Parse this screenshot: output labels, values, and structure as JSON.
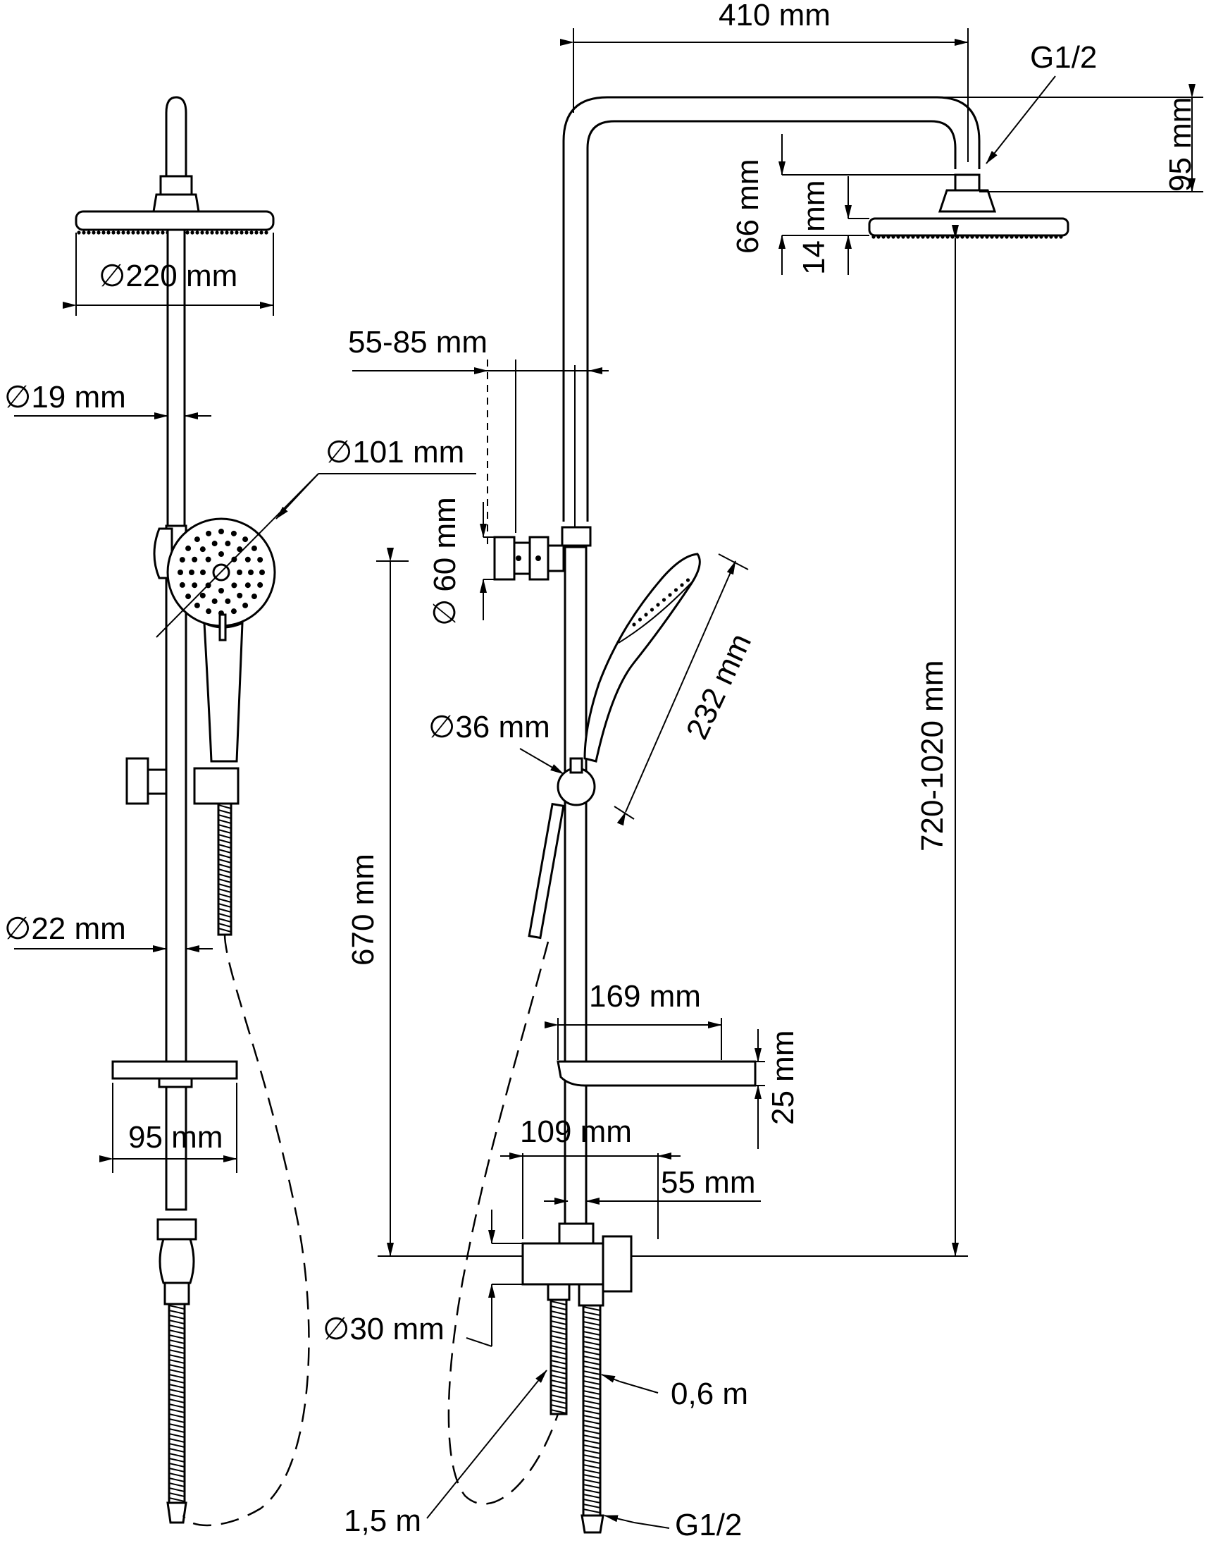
{
  "diameter_symbol": "∅",
  "labels": {
    "head_diameter": "220 mm",
    "upper_rod_diameter": "19 mm",
    "hand_shower_diameter": "101 mm",
    "lower_rod_diameter": "22 mm",
    "shelf_width": "95 mm",
    "arm_length": "410 mm",
    "thread_top": "G1/2",
    "arm_height": "95 mm",
    "head_drop": "66 mm",
    "head_thickness": "14 mm",
    "wall_offset": "55-85 mm",
    "bracket_diameter": "60 mm",
    "slider_diameter": "36 mm",
    "hand_shower_length": "232 mm",
    "rod_length": "720-1020 mm",
    "mixer_height": "670 mm",
    "spout_length": "169 mm",
    "spout_height": "25 mm",
    "mixer_width": "109 mm",
    "mixer_outlet": "55 mm",
    "mixer_diameter": "30 mm",
    "hose_short": "0,6 m",
    "hose_long": "1,5 m",
    "thread_bottom": "G1/2"
  }
}
